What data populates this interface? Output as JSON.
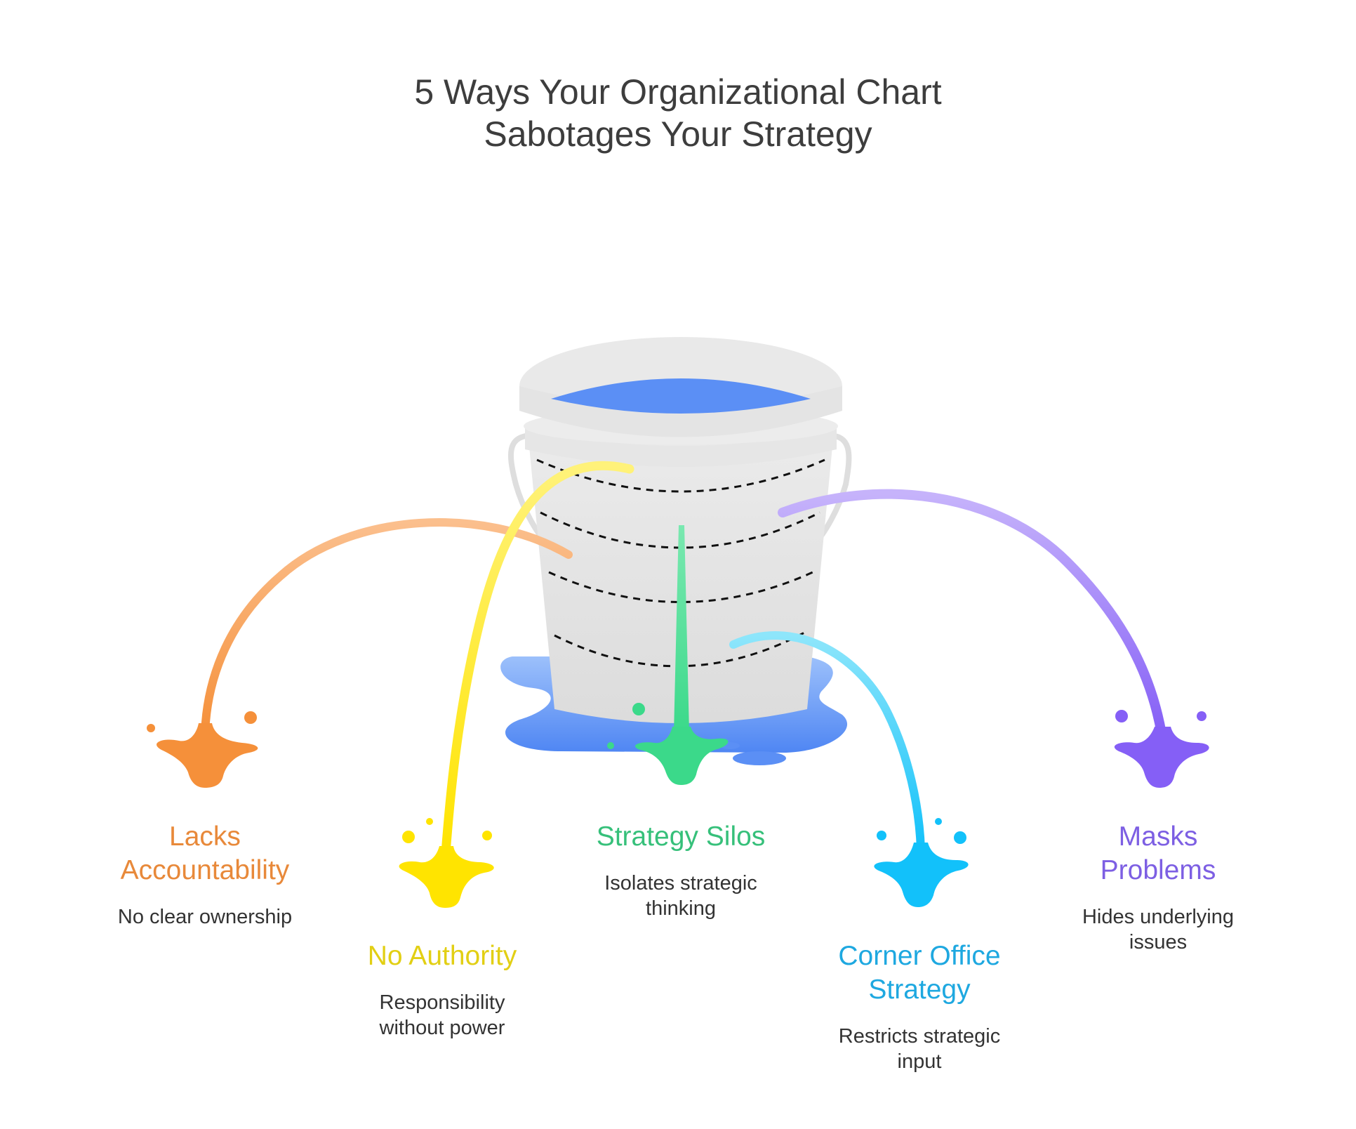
{
  "title": {
    "line1": "5 Ways Your Organizational Chart",
    "line2": "Sabotages Your Strategy"
  },
  "items": [
    {
      "heading_line1": "Lacks",
      "heading_line2": "Accountability",
      "desc_line1": "No clear ownership",
      "desc_line2": "",
      "color": "#e8893a"
    },
    {
      "heading_line1": "No Authority",
      "heading_line2": "",
      "desc_line1": "Responsibility",
      "desc_line2": "without power",
      "color": "#e2cf14"
    },
    {
      "heading_line1": "Strategy Silos",
      "heading_line2": "",
      "desc_line1": "Isolates strategic",
      "desc_line2": "thinking",
      "color": "#36c07a"
    },
    {
      "heading_line1": "Corner Office",
      "heading_line2": "Strategy",
      "desc_line1": "Restricts strategic",
      "desc_line2": "input",
      "color": "#1ea8e0"
    },
    {
      "heading_line1": "Masks",
      "heading_line2": "Problems",
      "desc_line1": "Hides underlying",
      "desc_line2": "issues",
      "color": "#7d5fe3"
    }
  ],
  "icons": [
    "bucket-icon",
    "water-puddle-icon",
    "splash-icon"
  ],
  "colors": {
    "bucket": "#e3e3e3",
    "water": "#5b8ff5",
    "orange": "#f59a45",
    "yellow": "#ffe61a",
    "green": "#45dd8d",
    "blue": "#22c9fc",
    "purple": "#8d68f6"
  }
}
